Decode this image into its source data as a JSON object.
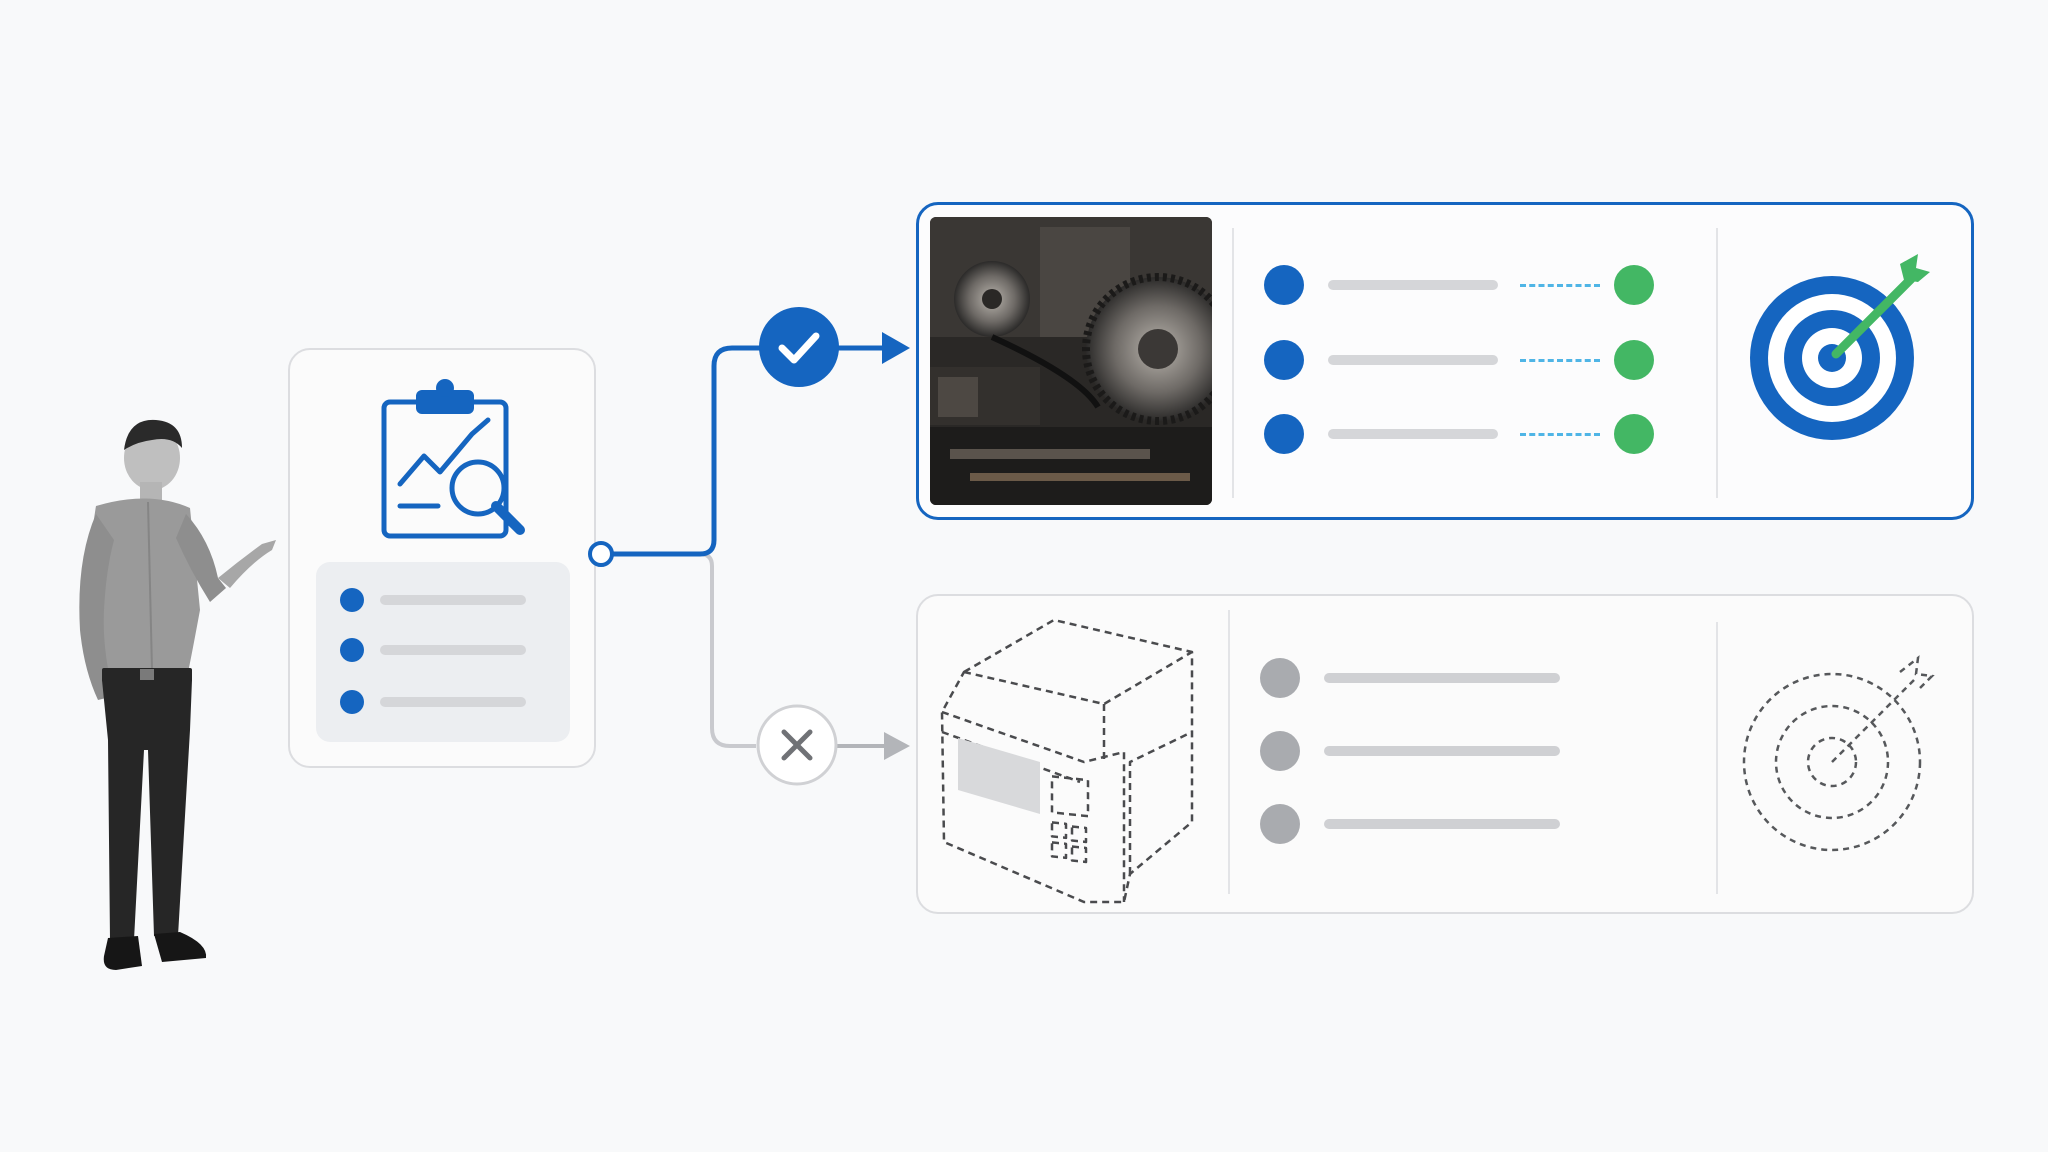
{
  "colors": {
    "background": "#f8f9fa",
    "accent": "#1565c0",
    "success": "#43b764",
    "muted": "#a9abaf",
    "line_gray": "#d5d6d9",
    "connector_link": "#4fb5e6"
  },
  "presenter": {
    "icon": "person-pointing-figure"
  },
  "analysis_card": {
    "icon": "clipboard-chart-magnifier-icon",
    "items": [
      {
        "bullet_color": "#1565c0"
      },
      {
        "bullet_color": "#1565c0"
      },
      {
        "bullet_color": "#1565c0"
      }
    ]
  },
  "branches": [
    {
      "state": "selected",
      "decision_icon": "checkmark-icon",
      "image": "industrial-machinery-photo",
      "rows": [
        {
          "left_color": "#1565c0",
          "right_color": "#43b764"
        },
        {
          "left_color": "#1565c0",
          "right_color": "#43b764"
        },
        {
          "left_color": "#1565c0",
          "right_color": "#43b764"
        }
      ],
      "goal_icon": "target-with-arrow-icon"
    },
    {
      "state": "rejected",
      "decision_icon": "x-mark-icon",
      "image": "dashed-machine-outline",
      "rows": [
        {
          "left_color": "#a9abaf"
        },
        {
          "left_color": "#a9abaf"
        },
        {
          "left_color": "#a9abaf"
        }
      ],
      "goal_icon": "dashed-target-icon"
    }
  ]
}
